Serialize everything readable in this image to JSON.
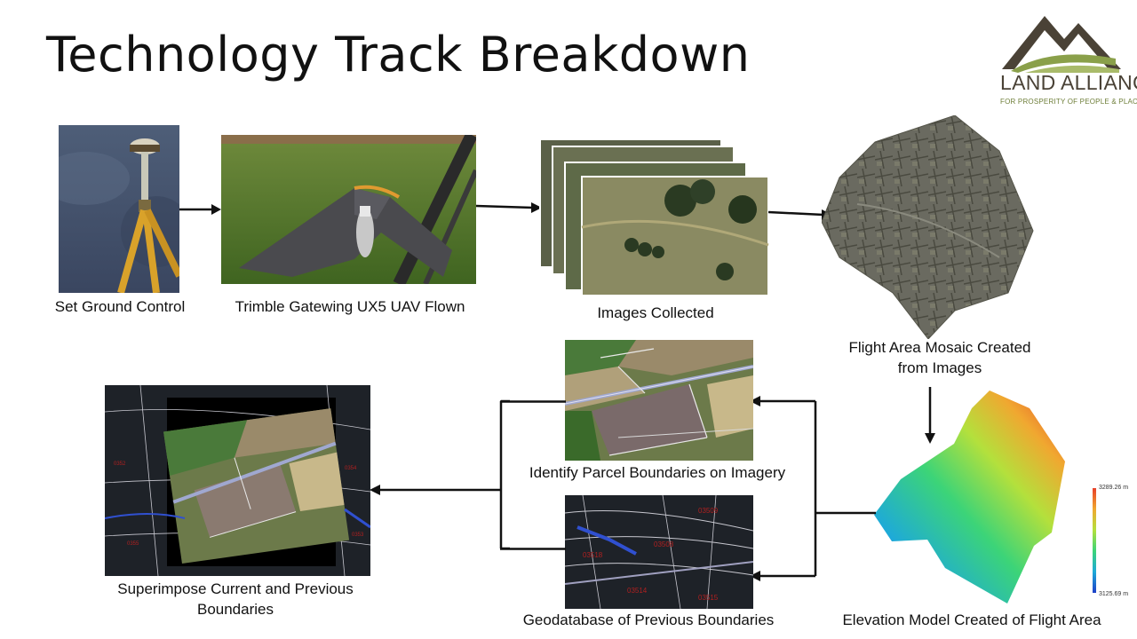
{
  "title": "Technology Track Breakdown",
  "logo": {
    "name": "LAND ALLIANCE",
    "tagline": "FOR PROSPERITY OF PEOPLE & PLACES"
  },
  "steps": {
    "ground_control": "Set Ground Control",
    "uav": "Trimble Gatewing UX5 UAV Flown",
    "images": "Images Collected",
    "mosaic": "Flight Area Mosaic Created from Images",
    "elevation": "Elevation Model Created of Flight Area",
    "parcels": "Identify Parcel Boundaries on Imagery",
    "geodatabase": "Geodatabase of Previous Boundaries",
    "superimpose": "Superimpose Current and Previous Boundaries"
  },
  "elevation_legend": {
    "max": "3289.26 m",
    "min": "3125.69 m"
  },
  "colors": {
    "logo_brown": "#4a4236",
    "logo_green": "#8aa04a",
    "arrow": "#111111",
    "elev_high": "#e8402a",
    "elev_low": "#1e40c8"
  }
}
